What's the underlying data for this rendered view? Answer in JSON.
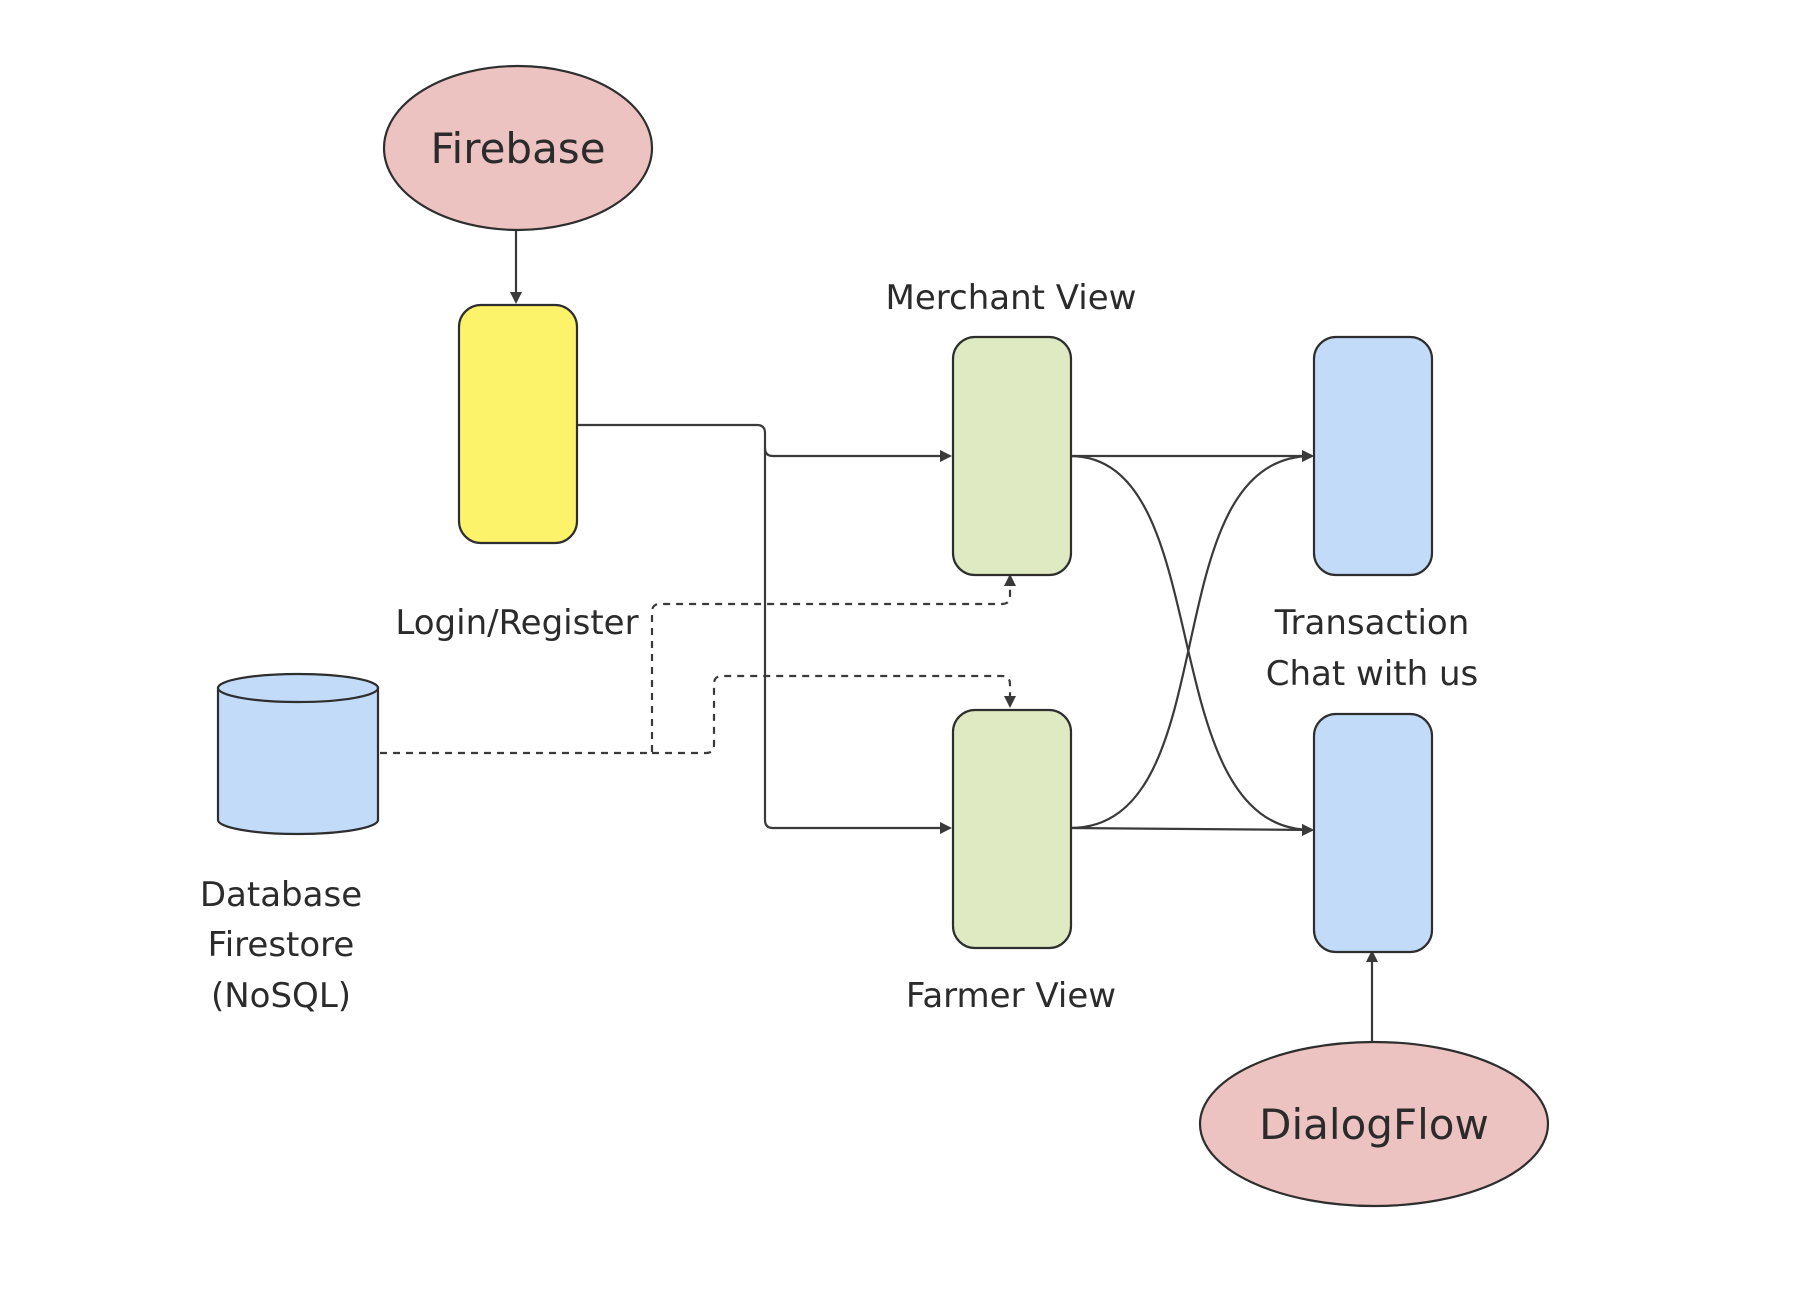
{
  "colors": {
    "ellipse_fill": "#ecc3c0",
    "login_fill": "#fdf36b",
    "view_fill": "#dfeac3",
    "blue_fill": "#c1dbf9",
    "stroke": "#2e2e2e"
  },
  "nodes": {
    "firebase": {
      "label": "Firebase",
      "shape": "ellipse"
    },
    "login": {
      "label": "Login/Register",
      "shape": "rounded-rect"
    },
    "merchant_view": {
      "label": "Merchant View",
      "shape": "rounded-rect"
    },
    "farmer_view": {
      "label": "Farmer View",
      "shape": "rounded-rect"
    },
    "transaction": {
      "label": "Transaction",
      "shape": "rounded-rect"
    },
    "chat": {
      "label": "Chat with us",
      "shape": "rounded-rect"
    },
    "database": {
      "label_lines": [
        "Database",
        "Firestore",
        "(NoSQL)"
      ],
      "shape": "cylinder"
    },
    "dialogflow": {
      "label": "DialogFlow",
      "shape": "ellipse"
    }
  },
  "edges": [
    {
      "from": "firebase",
      "to": "login",
      "style": "solid"
    },
    {
      "from": "login",
      "to": "merchant_view",
      "style": "solid"
    },
    {
      "from": "login",
      "to": "farmer_view",
      "style": "solid"
    },
    {
      "from": "merchant_view",
      "to": "transaction",
      "style": "solid"
    },
    {
      "from": "merchant_view",
      "to": "chat",
      "style": "solid"
    },
    {
      "from": "farmer_view",
      "to": "transaction",
      "style": "solid"
    },
    {
      "from": "farmer_view",
      "to": "chat",
      "style": "solid"
    },
    {
      "from": "database",
      "to": "merchant_view",
      "style": "dashed"
    },
    {
      "from": "database",
      "to": "farmer_view",
      "style": "dashed"
    },
    {
      "from": "dialogflow",
      "to": "chat",
      "style": "solid"
    }
  ]
}
